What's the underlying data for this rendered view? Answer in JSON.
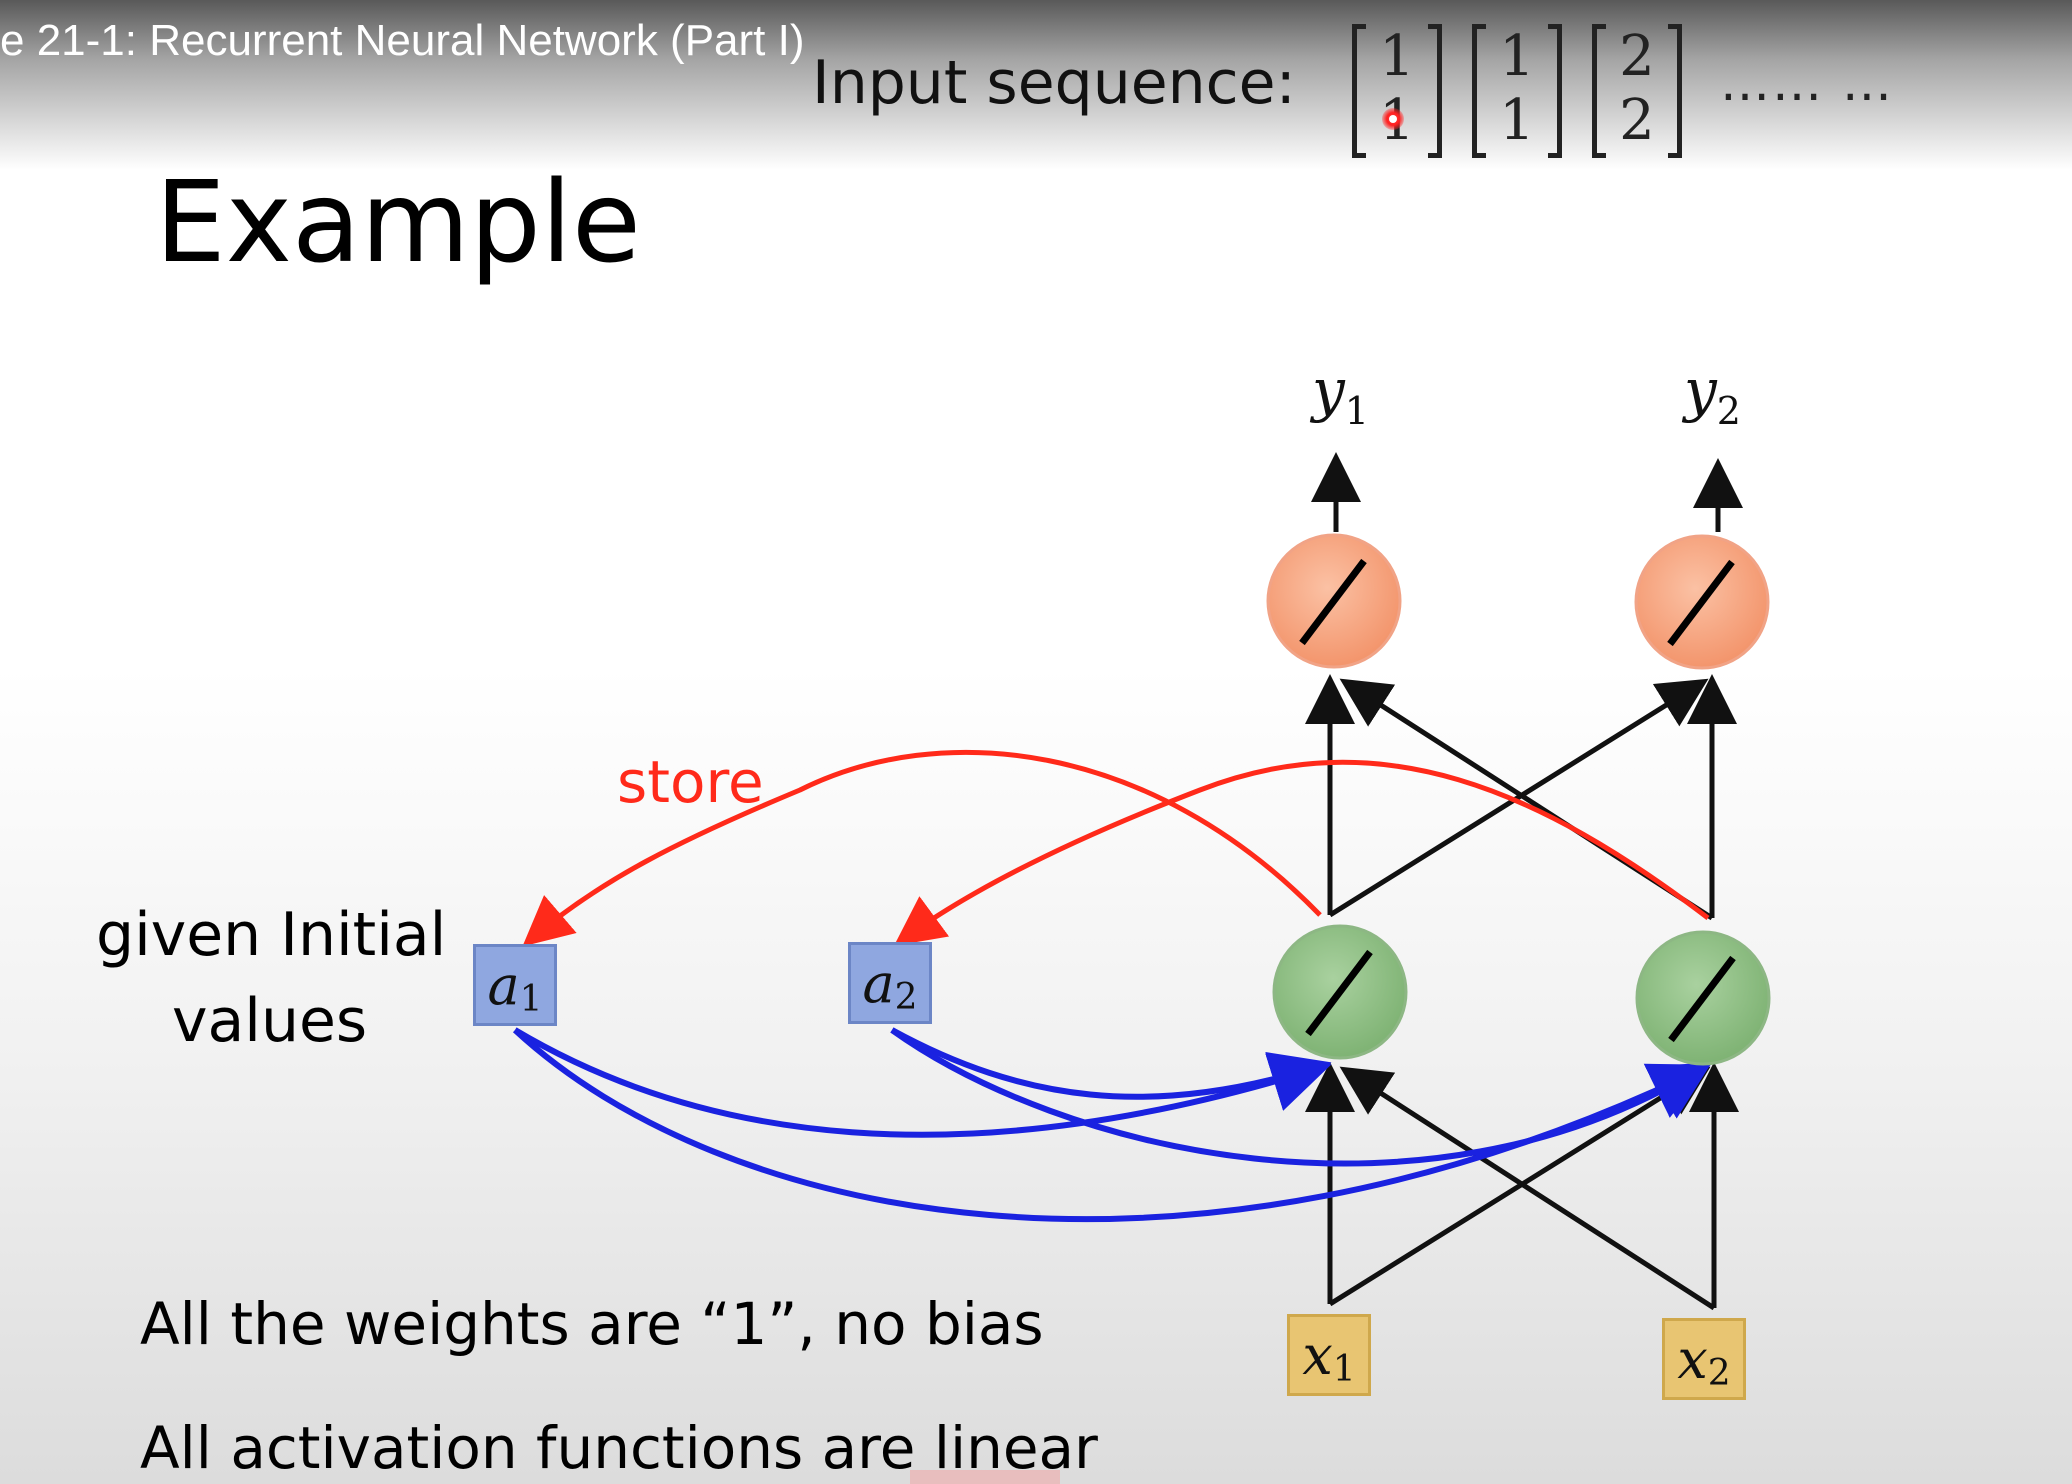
{
  "video": {
    "title": "e 21-1: Recurrent Neural Network (Part I)"
  },
  "slide": {
    "title": "Example",
    "input_sequence": {
      "label": "Input sequence:",
      "vectors": [
        {
          "top": "1",
          "bottom": "1"
        },
        {
          "top": "1",
          "bottom": "1"
        },
        {
          "top": "2",
          "bottom": "2"
        }
      ],
      "ellipsis": "…… …"
    },
    "store_label": "store",
    "given_label_line1": "given Initial",
    "given_label_line2": "values",
    "weights_note": "All the weights are “1”, no bias",
    "activation_note": "All activation functions are linear",
    "memory_cells": [
      {
        "var": "a",
        "sub": "1"
      },
      {
        "var": "a",
        "sub": "2"
      }
    ],
    "inputs": [
      {
        "var": "x",
        "sub": "1"
      },
      {
        "var": "x",
        "sub": "2"
      }
    ],
    "outputs": [
      {
        "var": "y",
        "sub": "1"
      },
      {
        "var": "y",
        "sub": "2"
      }
    ]
  },
  "colors": {
    "output_neuron": "#f6a682",
    "hidden_neuron": "#93c288",
    "memory_box": "#8fa7e0",
    "input_box": "#e8c572",
    "store_arrow": "#ff2a1a",
    "memory_arrow": "#1a22e0"
  },
  "icons": {
    "cursor": "red-laser-pointer-dot"
  }
}
